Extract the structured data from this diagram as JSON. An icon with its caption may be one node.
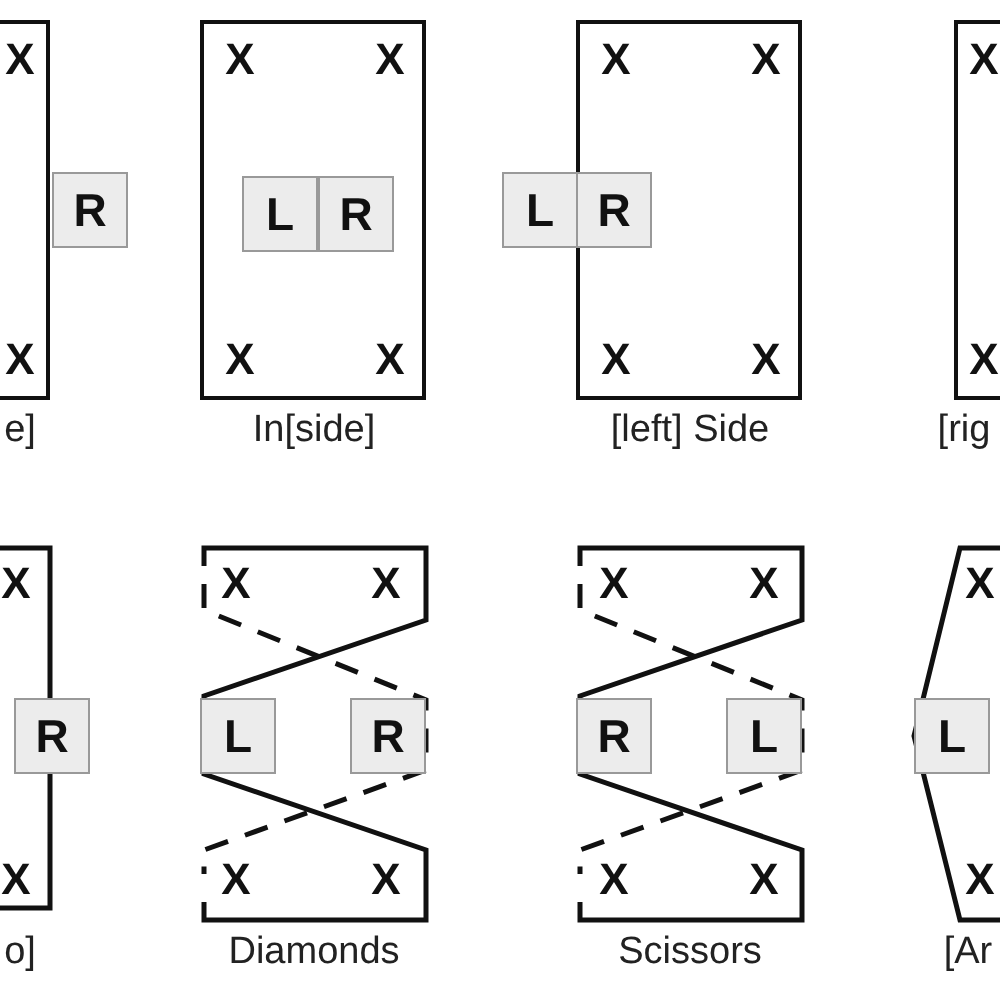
{
  "diagram": {
    "nodes": [
      {
        "text": [
          "X",
          "X"
        ],
        "beside": [
          "e]"
        ]
      },
      {
        "text": [
          "R"
        ]
      },
      {
        "text": [
          "X",
          "X",
          "X",
          "X"
        ],
        "beside": [
          "In[side]"
        ]
      },
      {
        "text": [
          "L"
        ],
        "in": 2
      },
      {
        "text": [
          "R"
        ],
        "in": 2
      },
      {
        "text": [
          "X",
          "X",
          "X",
          "X"
        ],
        "beside": [
          "[left] Side"
        ]
      },
      {
        "text": [
          "L"
        ]
      },
      {
        "text": [
          "R"
        ],
        "in": 5
      },
      {
        "text": [
          "X",
          "X"
        ],
        "beside": [
          "[rig"
        ]
      },
      {
        "text": [
          "R"
        ]
      },
      {
        "text": [
          "L"
        ]
      },
      {
        "text": [
          "R"
        ]
      },
      {
        "text": [
          "R"
        ]
      },
      {
        "text": [
          "L"
        ]
      },
      {
        "text": [
          "L"
        ]
      }
    ],
    "labels": [
      "X",
      "X",
      "X",
      "X",
      "X",
      "X",
      "X",
      "X",
      "X",
      "X",
      "X",
      "X",
      "o]",
      "Diamonds",
      "Scissors",
      "[Ar"
    ]
  }
}
